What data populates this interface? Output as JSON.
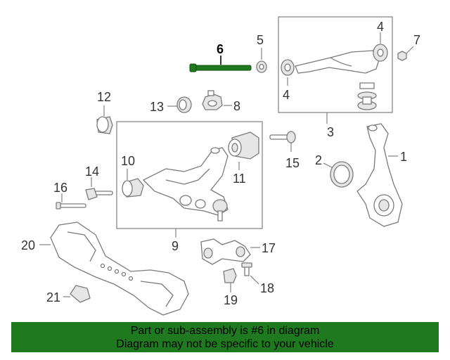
{
  "colors": {
    "highlight_part": "#1f7a1f",
    "banner_background": "#1f7a1f",
    "line_art": "#7a7a7a"
  },
  "callouts": {
    "c1": "1",
    "c2": "2",
    "c3": "3",
    "c4a": "4",
    "c4b": "4",
    "c5": "5",
    "c6": "6",
    "c7": "7",
    "c8": "8",
    "c9": "9",
    "c10": "10",
    "c11": "11",
    "c12": "12",
    "c13": "13",
    "c14": "14",
    "c15": "15",
    "c16": "16",
    "c17": "17",
    "c18": "18",
    "c19": "19",
    "c20": "20",
    "c21": "21"
  },
  "banner": {
    "line1": "Part or sub-assembly is #6 in diagram",
    "line2": "Diagram may not be specific to your vehicle"
  }
}
